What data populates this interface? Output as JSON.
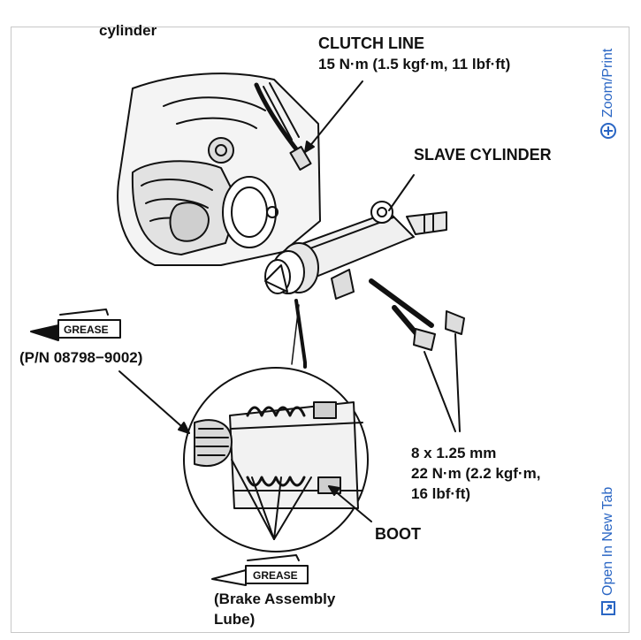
{
  "diagram": {
    "top_cutoff_text": "cylinder",
    "clutch_line_label": "CLUTCH LINE",
    "clutch_line_torque": "15 N·m (1.5 kgf·m, 11 lbf·ft)",
    "slave_cylinder_label": "SLAVE CYLINDER",
    "grease_tube_text": "GREASE",
    "part_number": "(P/N 08798−9002)",
    "bolt_size": "8 x 1.25 mm",
    "bolt_torque_line1": "22 N·m (2.2 kgf·m,",
    "bolt_torque_line2": "16 lbf·ft)",
    "boot_label": "BOOT",
    "brake_grease_text": "GREASE",
    "brake_lube_line1": "(Brake Assembly",
    "brake_lube_line2": "Lube)"
  },
  "sidebar": {
    "zoom_label": "Zoom/Print",
    "open_tab_label": "Open In New Tab",
    "link_color": "#2a66c4"
  }
}
